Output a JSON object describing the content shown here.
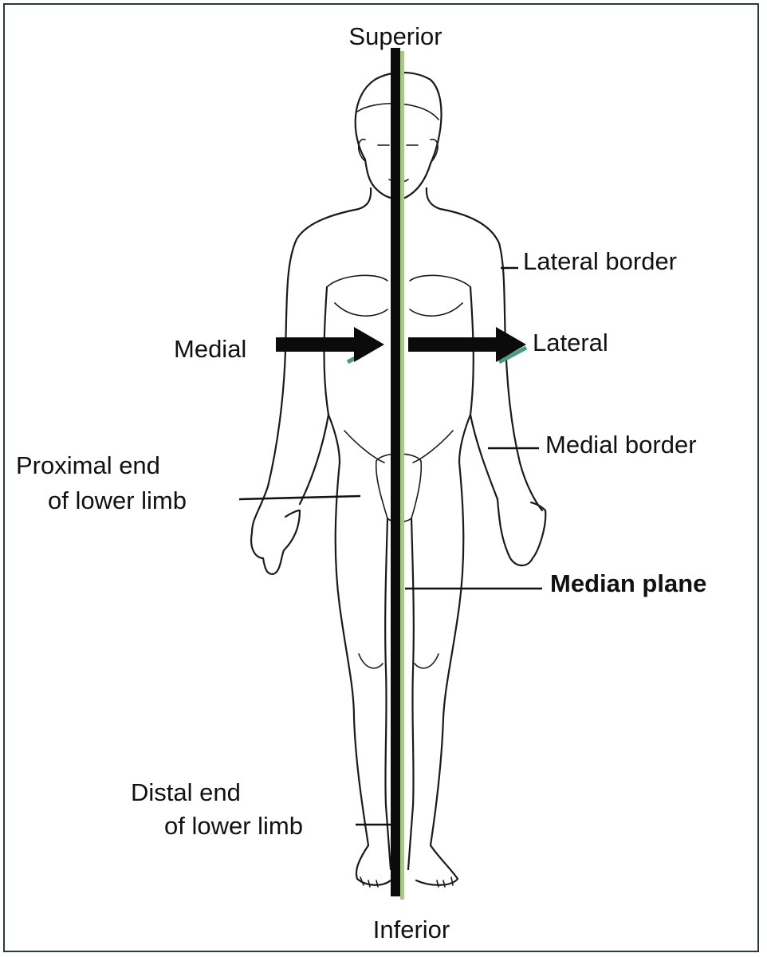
{
  "diagram": {
    "labels": {
      "superior": "Superior",
      "inferior": "Inferior",
      "medial": "Medial",
      "lateral": "Lateral",
      "lateral_border": "Lateral border",
      "medial_border": "Medial border",
      "proximal_line1": "Proximal end",
      "proximal_line2": "of lower limb",
      "median_plane": "Median plane",
      "distal_line1": "Distal end",
      "distal_line2": "of lower limb"
    },
    "colors": {
      "plane_line": "#0b0b0b",
      "plane_accent": "#a6c98a",
      "arrow": "#0b0b0b",
      "arrow_accent": "#4a9a86",
      "outline": "#1a1a1a"
    }
  }
}
